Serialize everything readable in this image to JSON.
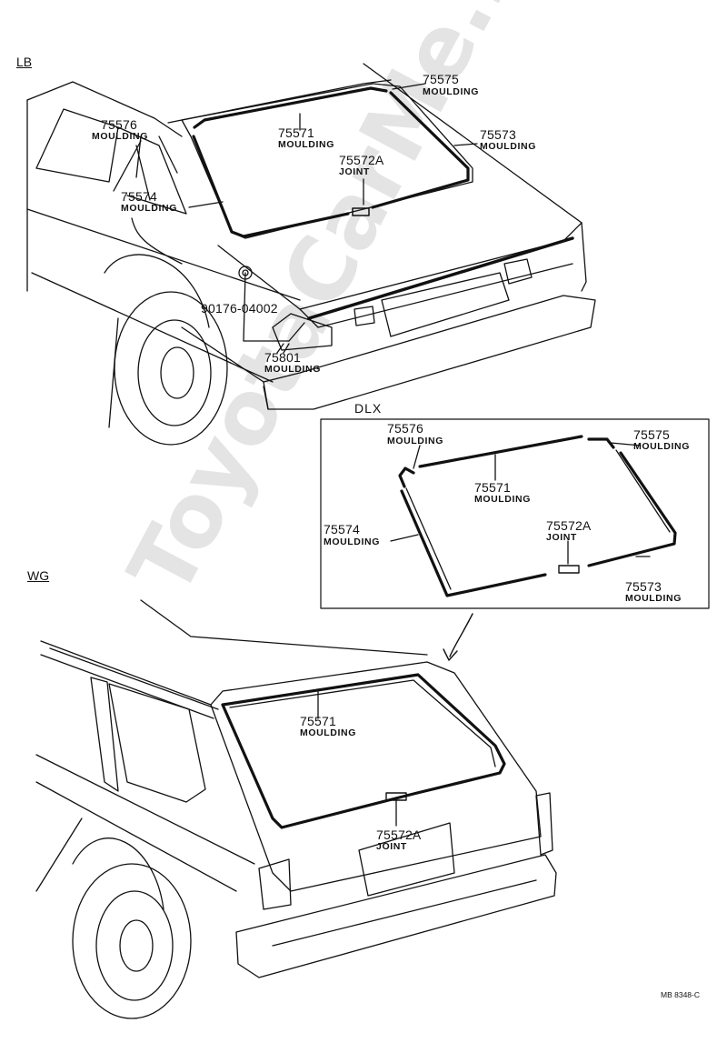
{
  "watermark": "ToyotaCarMe.ru",
  "sections": {
    "lb": "LB",
    "dlx": "DLX",
    "wg": "WG"
  },
  "lb_labels": [
    {
      "num": "75576",
      "name": "MOULDING"
    },
    {
      "num": "75574",
      "name": "MOULDING"
    },
    {
      "num": "75575",
      "name": "MOULDING"
    },
    {
      "num": "75571",
      "name": "MOULDING"
    },
    {
      "num": "75573",
      "name": "MOULDING"
    },
    {
      "num": "75572A",
      "name": "JOINT"
    },
    {
      "num": "90176-04002",
      "name": ""
    },
    {
      "num": "75801",
      "name": "MOULDING"
    }
  ],
  "dlx_labels": [
    {
      "num": "75576",
      "name": "MOULDING"
    },
    {
      "num": "75575",
      "name": "MOULDING"
    },
    {
      "num": "75571",
      "name": "MOULDING"
    },
    {
      "num": "75574",
      "name": "MOULDING"
    },
    {
      "num": "75572A",
      "name": "JOINT"
    },
    {
      "num": "75573",
      "name": "MOULDING"
    }
  ],
  "wg_labels": [
    {
      "num": "75571",
      "name": "MOULDING"
    },
    {
      "num": "75572A",
      "name": "JOINT"
    }
  ],
  "drawing_code": "MB 8348-C",
  "colors": {
    "ink": "#111111",
    "paper": "#ffffff",
    "watermark": "#e4e4e4"
  }
}
